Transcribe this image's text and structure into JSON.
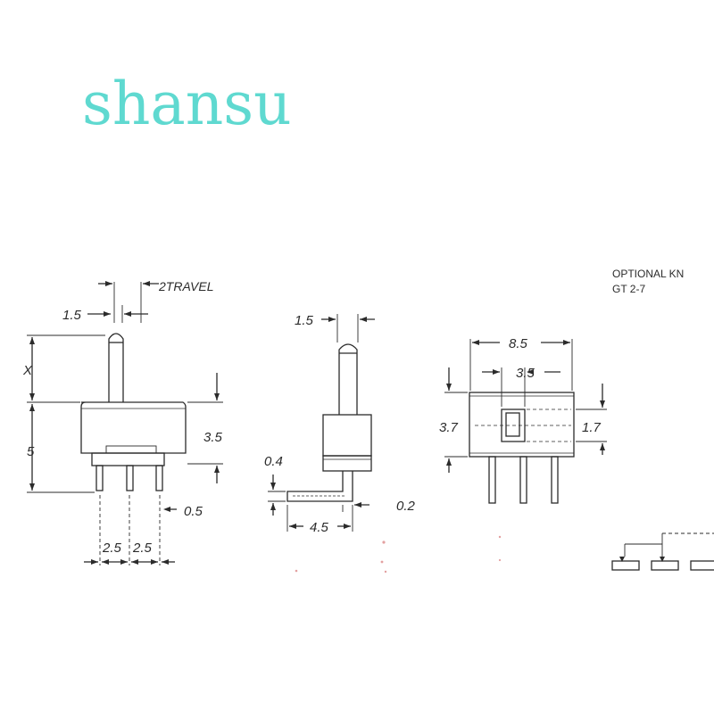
{
  "brand": {
    "name": "shansu",
    "color": "#5fd9d0"
  },
  "colors": {
    "ink": "#2b2b2b",
    "stain": "#e3a0a0"
  },
  "side_view": {
    "travel": "2TRAVEL",
    "stem_width": "1.5",
    "stem_height": "X",
    "body_height": "5",
    "base_height": "3.5",
    "pin_width": "0.5",
    "pitch_left": "2.5",
    "pitch_right": "2.5"
  },
  "end_view": {
    "stem_width": "1.5",
    "lead_thickness": "0.4",
    "lead_gap": "0.2",
    "lead_length": "4.5"
  },
  "top_view": {
    "note_line1": "OPTIONAL KN",
    "note_line2": "GT 2-7",
    "overall_length": "8.5",
    "slot_length": "3.5",
    "body_width": "3.7",
    "slot_width": "1.7"
  }
}
